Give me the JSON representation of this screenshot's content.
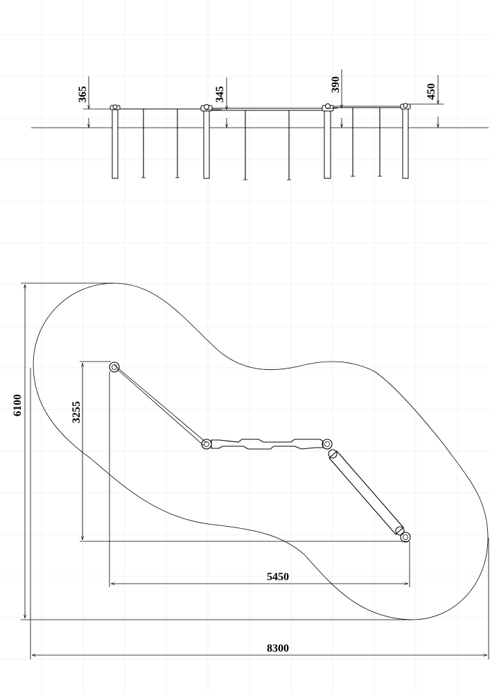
{
  "dimensions": {
    "elevation": {
      "h1": "365",
      "h2": "345",
      "h3": "390",
      "h4": "450"
    },
    "plan": {
      "overall_height": "6100",
      "inner_height": "3255",
      "inner_width": "5450",
      "overall_width": "8300"
    }
  },
  "colors": {
    "line": "#000000",
    "grid": "#f0f0f0",
    "background": "#ffffff"
  }
}
